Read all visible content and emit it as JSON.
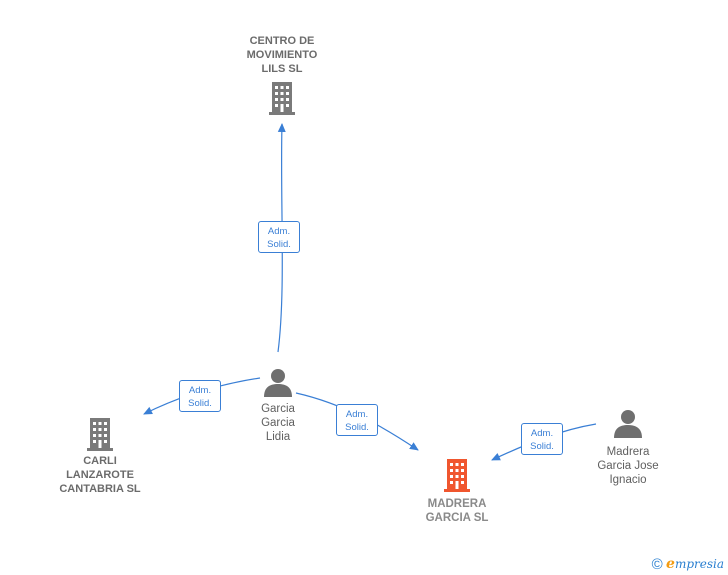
{
  "colors": {
    "edge": "#3a7fd5",
    "company_icon": "#7a7a7a",
    "main_icon": "#f0562e",
    "person_icon": "#6f6f6f"
  },
  "nodes": {
    "centro": {
      "label": "CENTRO DE\nMOVIMIENTO\nLILS  SL",
      "icon": "building-icon"
    },
    "carli": {
      "label": "CARLI\nLANZAROTE\nCANTABRIA  SL",
      "icon": "building-icon"
    },
    "madrera_sl": {
      "label": "MADRERA\nGARCIA  SL",
      "icon": "building-icon"
    },
    "garcia_lidia": {
      "label": "Garcia\nGarcia\nLidia",
      "icon": "person-icon"
    },
    "madrera_jose": {
      "label": "Madrera\nGarcia Jose\nIgnacio",
      "icon": "person-icon"
    }
  },
  "edges": [
    {
      "label": "Adm.\nSolid.",
      "from": "garcia_lidia",
      "to": "centro"
    },
    {
      "label": "Adm.\nSolid.",
      "from": "garcia_lidia",
      "to": "carli"
    },
    {
      "label": "Adm.\nSolid.",
      "from": "garcia_lidia",
      "to": "madrera_sl"
    },
    {
      "label": "Adm.\nSolid.",
      "from": "madrera_jose",
      "to": "madrera_sl"
    }
  ],
  "brand": {
    "copyright": "©",
    "e": "e",
    "rest": "mpresia"
  }
}
